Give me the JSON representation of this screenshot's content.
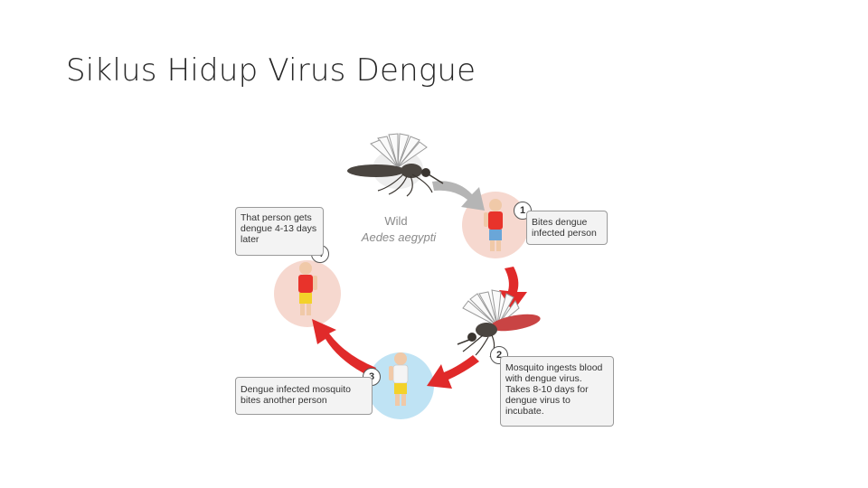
{
  "slide": {
    "title": "Siklus Hidup Virus Dengue"
  },
  "diagram": {
    "wild_label": "Wild",
    "species_label": "Aedes aegypti",
    "steps": [
      {
        "number": "1",
        "text": "Bites dengue infected person"
      },
      {
        "number": "2",
        "text": "Mosquito ingests blood with dengue virus. Takes 8-10 days for dengue virus to incubate."
      },
      {
        "number": "3",
        "text": "Dengue infected mosquito bites another person"
      },
      {
        "number": "4",
        "text": "That person gets dengue 4-13 days later"
      }
    ],
    "colors": {
      "arrow_red": "#e02a2a",
      "arrow_gray": "#b5b5b5",
      "person_circle": "#f6d8cf",
      "infected_circle": "#bfe3f4",
      "shirt_red": "#e8332b",
      "shirt_white": "#f4f4f4",
      "shorts_blue": "#6aa6d8",
      "shorts_yellow": "#f3d22a",
      "mosquito": "#4a4540"
    }
  }
}
